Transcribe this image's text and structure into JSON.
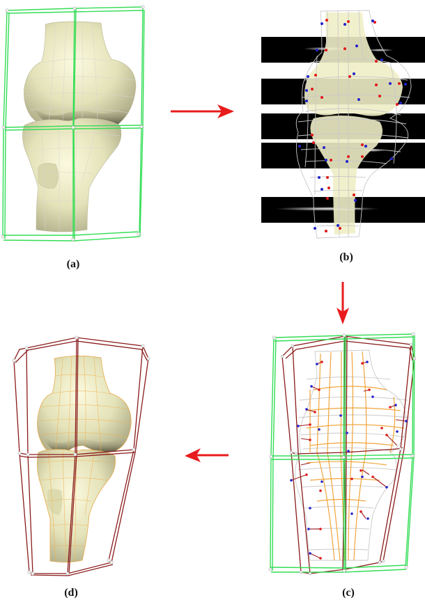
{
  "figure": {
    "panels": [
      {
        "id": "a",
        "label": "(a)",
        "description": "Knee bone surface model (femur and tibia) inside green deformation control lattice"
      },
      {
        "id": "b",
        "label": "(b)",
        "description": "Wireframe model with landmark point pairs (red/blue) overlaid on image slices"
      },
      {
        "id": "c",
        "label": "(c)",
        "description": "Green initial lattice and red deformed lattice around orange fitted mesh with displacement vectors"
      },
      {
        "id": "d",
        "label": "(d)",
        "description": "Deformed knee bone model inside red deformed lattice"
      }
    ],
    "arrows": [
      {
        "from": "a",
        "to": "b",
        "direction": "right"
      },
      {
        "from": "b",
        "to": "c",
        "direction": "down"
      },
      {
        "from": "c",
        "to": "d",
        "direction": "left"
      }
    ],
    "colors": {
      "bone": "#ecebc4",
      "bone_shadow": "#8d8b6a",
      "initial_lattice": "#33dd55",
      "deformed_lattice": "#8a1a1a",
      "mesh_gray": "#c4c4c4",
      "mesh_orange": "#f0a030",
      "arrow": "#e81c1c",
      "landmark_red": "#e01818",
      "landmark_blue": "#2222cc",
      "slice": "#000000"
    }
  }
}
